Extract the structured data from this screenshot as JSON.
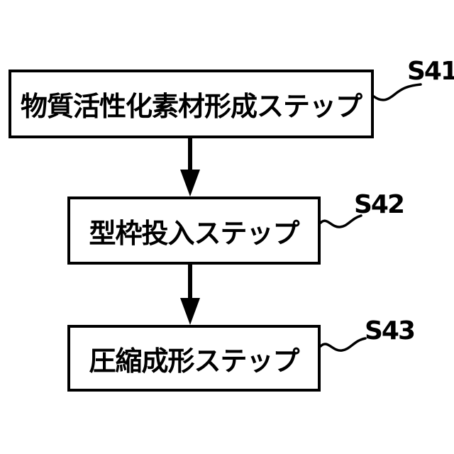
{
  "figure": {
    "type": "flowchart",
    "background": "#ffffff",
    "line_color": "#000000",
    "steps": [
      {
        "id": "S41",
        "label": "物質活性化素材形成ステップ"
      },
      {
        "id": "S42",
        "label": "型枠投入ステップ"
      },
      {
        "id": "S43",
        "label": "圧縮成形ステップ"
      }
    ],
    "connections": [
      {
        "from": "S41",
        "to": "S42",
        "style": "solid-arrow-down"
      },
      {
        "from": "S42",
        "to": "S43",
        "style": "solid-arrow-down"
      }
    ]
  }
}
